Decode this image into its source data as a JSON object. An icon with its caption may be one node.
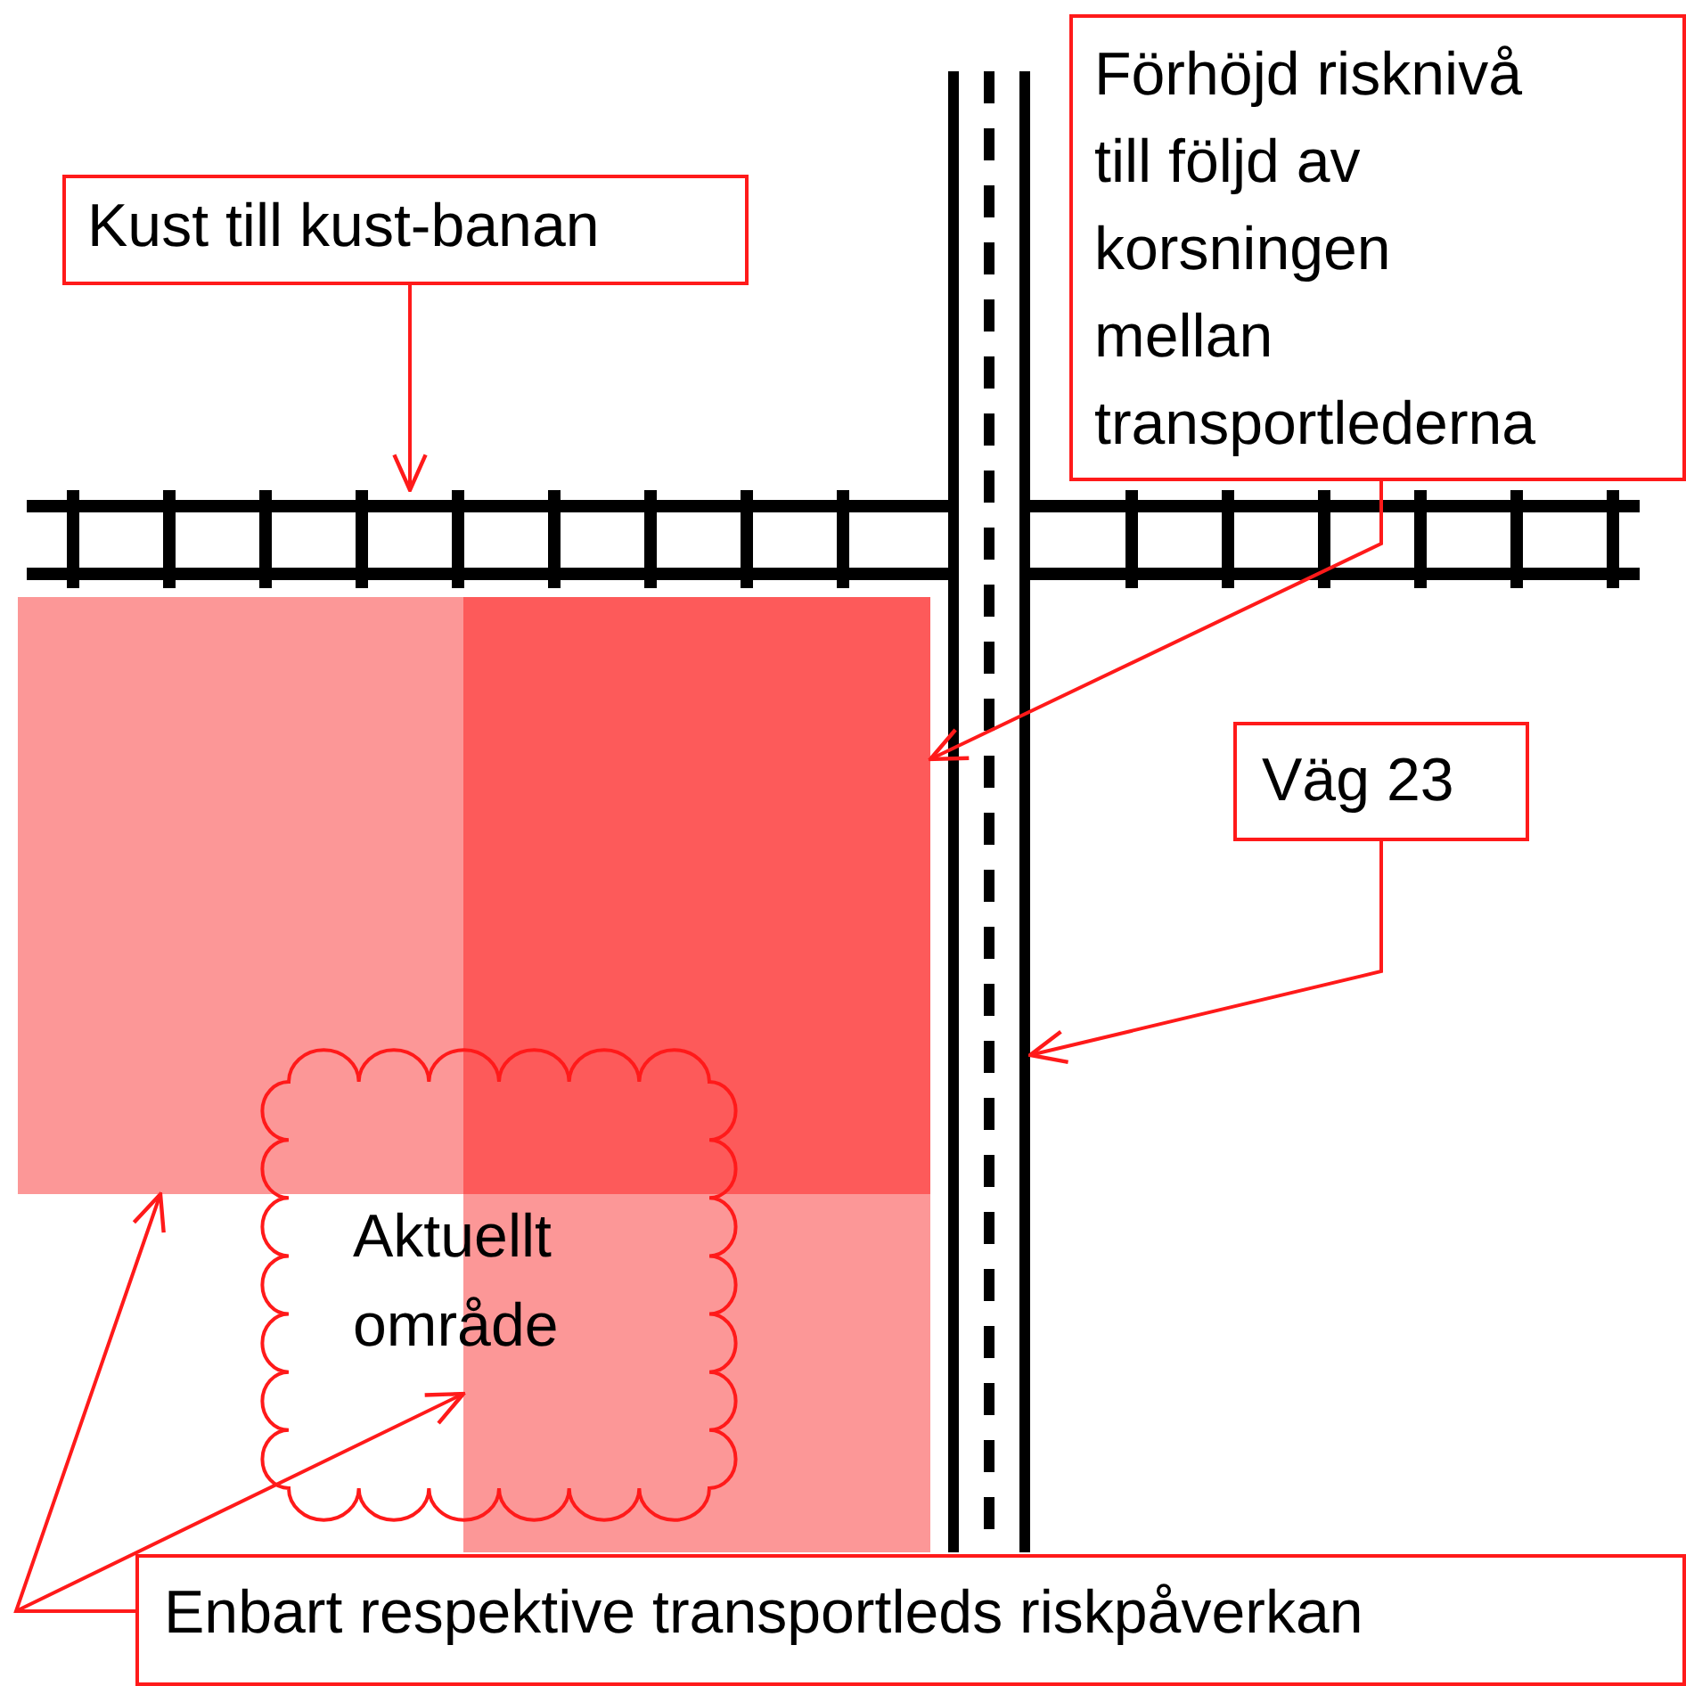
{
  "diagram": {
    "nodes": [
      {
        "text": [
          "Kust till kust-banan"
        ]
      },
      {
        "text": [],
        "shape": "railway"
      },
      {
        "text": [
          "Förhöjd risknivå till följd av korsningen mellan transportlederna"
        ]
      },
      {
        "text": [],
        "shape": "box"
      },
      {
        "text": [
          "Väg 23"
        ]
      },
      {
        "text": [],
        "shape": "road"
      },
      {
        "text": [
          "Aktuellt område"
        ]
      },
      {
        "text": [],
        "shape": "box"
      },
      {
        "text": [],
        "shape": "box"
      },
      {
        "text": [
          "Enbart respektive transportleds riskpåverkan"
        ]
      }
    ],
    "edges": [
      {
        "from": 0,
        "to": 1,
        "arrow": "to"
      },
      {
        "from": 2,
        "to": 3,
        "arrow": "to"
      },
      {
        "from": 4,
        "to": 5,
        "arrow": "to"
      },
      {
        "from": 9,
        "to": 7,
        "arrow": "to"
      },
      {
        "from": 9,
        "to": 8,
        "arrow": "to"
      }
    ]
  }
}
